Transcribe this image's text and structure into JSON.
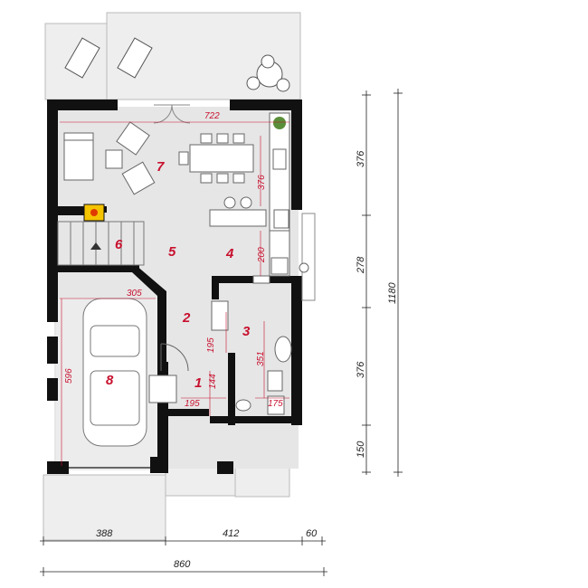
{
  "plan": {
    "rooms": [
      {
        "id": "1",
        "label": "1"
      },
      {
        "id": "2",
        "label": "2"
      },
      {
        "id": "3",
        "label": "3"
      },
      {
        "id": "4",
        "label": "4"
      },
      {
        "id": "5",
        "label": "5"
      },
      {
        "id": "6",
        "label": "6"
      },
      {
        "id": "7",
        "label": "7"
      },
      {
        "id": "8",
        "label": "8"
      }
    ],
    "interior_dimensions": {
      "d722": "722",
      "d376_inner": "376",
      "d200": "200",
      "d305": "305",
      "d195_vert": "195",
      "d351": "351",
      "d144": "144",
      "d195_horiz": "195",
      "d175": "175",
      "d596": "596"
    },
    "exterior_dimensions": {
      "right": [
        "376",
        "278",
        "376",
        "150"
      ],
      "right_total": "1180",
      "bottom": [
        "388",
        "412",
        "60"
      ],
      "bottom_total": "860"
    },
    "colors": {
      "wall": "#111111",
      "floor": "#e6e6e6",
      "terrace": "#eeeeee",
      "dim_red": "#c8102e",
      "fire": "#f5c400"
    }
  }
}
